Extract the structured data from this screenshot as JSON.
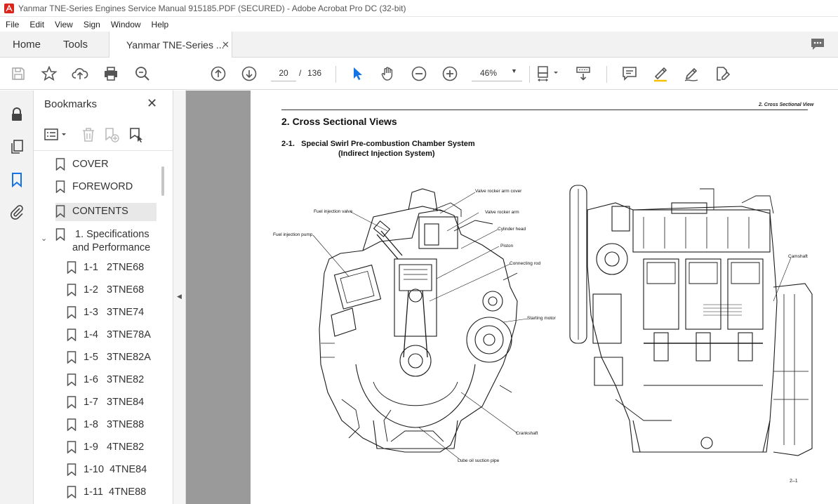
{
  "window": {
    "title": "Yanmar TNE-Series Engines Service Manual 915185.PDF (SECURED) - Adobe Acrobat Pro DC (32-bit)"
  },
  "menu": [
    "File",
    "Edit",
    "View",
    "Sign",
    "Window",
    "Help"
  ],
  "tabs": {
    "home": "Home",
    "tools": "Tools",
    "document": "Yanmar TNE-Series ...",
    "close": "✕"
  },
  "toolbar": {
    "current_page": "20",
    "separator": "/",
    "total_pages": "136",
    "zoom": "46%"
  },
  "bookmarks": {
    "title": "Bookmarks",
    "close": "✕",
    "items": [
      {
        "label": "COVER"
      },
      {
        "label": "FOREWORD"
      },
      {
        "label": "CONTENTS"
      },
      {
        "label": "1. Specifications"
      },
      {
        "label": "and Performance"
      },
      {
        "label": "1-1   2TNE68"
      },
      {
        "label": "1-2   3TNE68"
      },
      {
        "label": "1-3   3TNE74"
      },
      {
        "label": "1-4   3TNE78A"
      },
      {
        "label": "1-5   3TNE82A"
      },
      {
        "label": "1-6   3TNE82"
      },
      {
        "label": "1-7   3TNE84"
      },
      {
        "label": "1-8   3TNE88"
      },
      {
        "label": "1-9   4TNE82"
      },
      {
        "label": "1-10  4TNE84"
      },
      {
        "label": "1-11  4TNE88"
      }
    ]
  },
  "page": {
    "header_right": "2. Cross Sectional View",
    "section_title": "2.  Cross Sectional Views",
    "subsection_line1": "2-1.   Special Swirl Pre-combustion Chamber System",
    "subsection_line2": "(Indirect Injection System)",
    "labels": {
      "valve_rocker_arm_cover": "Valve rocker arm cover",
      "fuel_injection_valve": "Fuel injection valve",
      "valve_rocker_arm": "Valve rocker arm",
      "cylinder_head": "Cylinder head",
      "fuel_injection_pump": "Fuel injection pump",
      "piston": "Piston",
      "connecting_rod": "Connecting rod",
      "starting_motor": "Starting motor",
      "crankshaft": "Crankshaft",
      "lube_oil_suction_pipe": "Lube oil suction pipe",
      "camshaft": "Camshaft"
    },
    "page_number": "2–1"
  }
}
